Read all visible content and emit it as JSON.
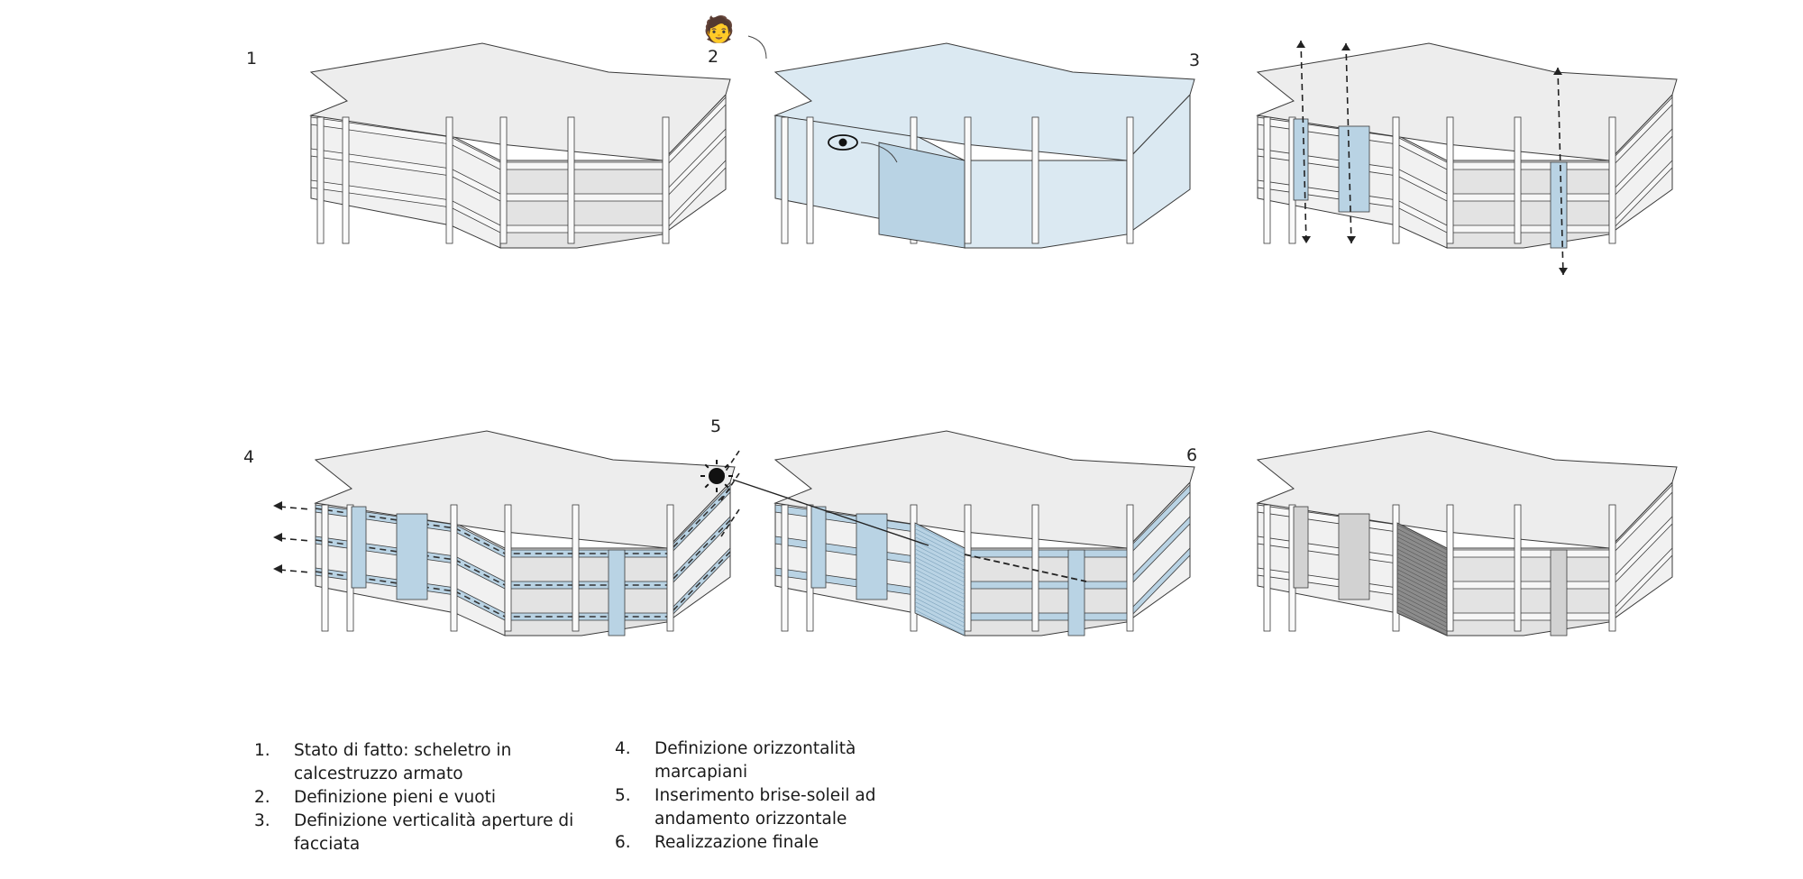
{
  "diagram": {
    "subject": "Facade transformation of a three-storey building, isometric sequence",
    "colors": {
      "roof": "#ededed",
      "wall": "#f1f1f1",
      "wall_shade": "#e3e3e3",
      "outline": "#3a3a3a",
      "accent_blue": "#b9d3e4",
      "accent_blue_light": "#dbe9f2",
      "brise_soleil_dark": "#8c8c8c",
      "arrow": "#222222"
    },
    "panels": [
      {
        "number": "1",
        "icons": []
      },
      {
        "number": "2",
        "icons": [
          "person-at-desk-icon",
          "eye-icon"
        ]
      },
      {
        "number": "3",
        "icons": [
          "vertical-arrows-icon"
        ]
      },
      {
        "number": "4",
        "icons": [
          "horizontal-arrows-icon"
        ]
      },
      {
        "number": "5",
        "icons": [
          "sun-icon"
        ]
      },
      {
        "number": "6",
        "icons": []
      }
    ],
    "legend": [
      {
        "num": "1.",
        "text": "Stato di fatto: scheletro in\ncalcestruzzo armato"
      },
      {
        "num": "2.",
        "text": "Definizione pieni e vuoti"
      },
      {
        "num": "3.",
        "text": "Definizione verticalità aperture di\nfacciata"
      },
      {
        "num": "4.",
        "text": "Definizione orizzontalità\nmarcapiani"
      },
      {
        "num": "5.",
        "text": "Inserimento brise-soleil ad\nandamento orizzontale"
      },
      {
        "num": "6.",
        "text": "Realizzazione finale"
      }
    ]
  }
}
